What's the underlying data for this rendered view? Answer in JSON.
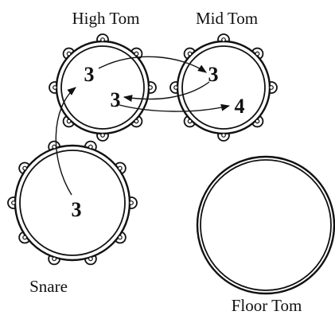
{
  "drums": [
    {
      "id": "high-tom",
      "label": "High Tom",
      "lugs": 8
    },
    {
      "id": "mid-tom",
      "label": "Mid Tom",
      "lugs": 8
    },
    {
      "id": "snare",
      "label": "Snare",
      "lugs": 10
    },
    {
      "id": "floor-tom",
      "label": "Floor Tom",
      "lugs": 0
    }
  ],
  "beats": [
    {
      "drum": "snare",
      "value": "3"
    },
    {
      "drum": "high-tom",
      "value": "3"
    },
    {
      "drum": "mid-tom",
      "value": "3"
    },
    {
      "drum": "high-tom",
      "value": "3"
    },
    {
      "drum": "mid-tom",
      "value": "4"
    }
  ],
  "colors": {
    "ink": "#111111",
    "background": "#ffffff"
  }
}
